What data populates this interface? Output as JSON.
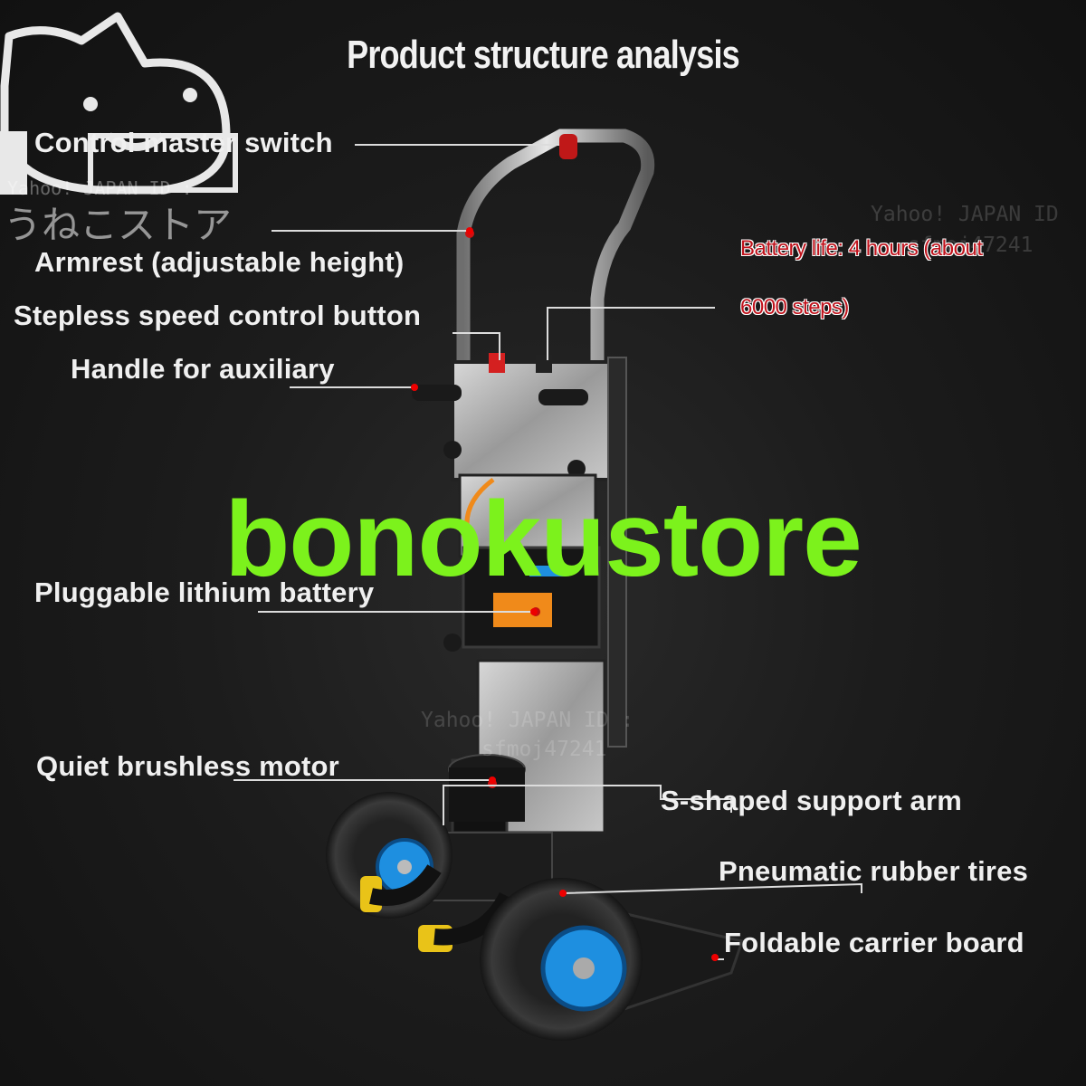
{
  "title": "Product structure analysis",
  "callouts": {
    "master_switch": "Control master switch",
    "armrest": "Armrest (adjustable height)",
    "speed_button": "Stepless speed control button",
    "aux_handle": "Handle for auxiliary",
    "battery": "Pluggable lithium battery",
    "motor": "Quiet brushless motor",
    "support_arm": "S-shaped support arm",
    "tires": "Pneumatic rubber tires",
    "carrier_board": "Foldable carrier board"
  },
  "battery_note": {
    "line1": "Battery life: 4 hours (about",
    "line2": "6000 steps)"
  },
  "brand_overlay": "bonokustore",
  "watermarks": {
    "shop_name": "うねこストア",
    "yahoo_right": "Yahoo! JAPAN ID",
    "id_right": "sfmoj47241",
    "yahoo_center": "Yahoo! JAPAN ID :",
    "id_center": "sfmoj47241",
    "yahoo_left": "Yahoo! JAPAN ID :"
  },
  "colors": {
    "background": "#161616",
    "label_text": "#f0f0f0",
    "note_red": "#c0131c",
    "brand_green": "#7cf21c",
    "wheel_hub_blue": "#1e8fe0",
    "accent_orange": "#f08a1a"
  }
}
